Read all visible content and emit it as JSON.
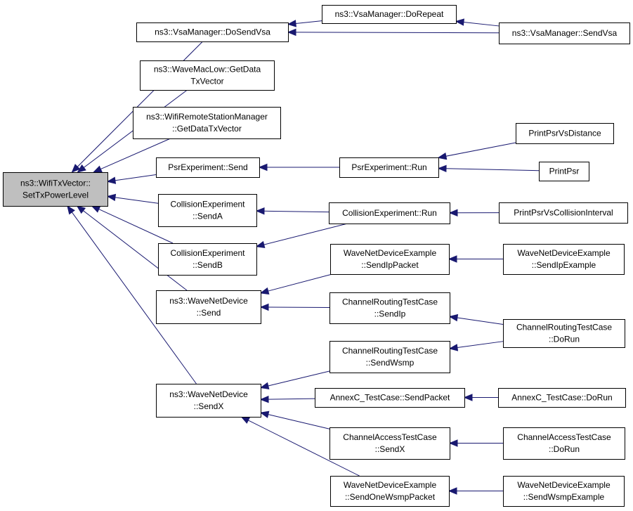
{
  "diagram": {
    "title": "",
    "nodes": [
      {
        "id": "root",
        "lines": [
          "ns3::WifiTxVector::",
          "SetTxPowerLevel"
        ],
        "root": true
      },
      {
        "id": "dosendvsa",
        "lines": [
          "ns3::VsaManager::DoSendVsa"
        ]
      },
      {
        "id": "dorepeat",
        "lines": [
          "ns3::VsaManager::DoRepeat"
        ]
      },
      {
        "id": "sendvsa",
        "lines": [
          "ns3::VsaManager::SendVsa"
        ]
      },
      {
        "id": "maclow",
        "lines": [
          "ns3::WaveMacLow::GetData",
          "TxVector"
        ]
      },
      {
        "id": "remotestation",
        "lines": [
          "ns3::WifiRemoteStationManager",
          "::GetDataTxVector"
        ]
      },
      {
        "id": "psrsend",
        "lines": [
          "PsrExperiment::Send"
        ]
      },
      {
        "id": "psrrun",
        "lines": [
          "PsrExperiment::Run"
        ]
      },
      {
        "id": "psrvsdist",
        "lines": [
          "PrintPsrVsDistance"
        ]
      },
      {
        "id": "printpsr",
        "lines": [
          "PrintPsr"
        ]
      },
      {
        "id": "colsenda",
        "lines": [
          "CollisionExperiment",
          "::SendA"
        ]
      },
      {
        "id": "colrun",
        "lines": [
          "CollisionExperiment::Run"
        ]
      },
      {
        "id": "psrvscol",
        "lines": [
          "PrintPsrVsCollisionInterval"
        ]
      },
      {
        "id": "colsendb",
        "lines": [
          "CollisionExperiment",
          "::SendB"
        ]
      },
      {
        "id": "wavesend",
        "lines": [
          "ns3::WaveNetDevice",
          "::Send"
        ]
      },
      {
        "id": "wndesendip",
        "lines": [
          "WaveNetDeviceExample",
          "::SendIpPacket"
        ]
      },
      {
        "id": "wndesendipex",
        "lines": [
          "WaveNetDeviceExample",
          "::SendIpExample"
        ]
      },
      {
        "id": "crsendip",
        "lines": [
          "ChannelRoutingTestCase",
          "::SendIp"
        ]
      },
      {
        "id": "crdorun",
        "lines": [
          "ChannelRoutingTestCase",
          "::DoRun"
        ]
      },
      {
        "id": "crsendwsmp",
        "lines": [
          "ChannelRoutingTestCase",
          "::SendWsmp"
        ]
      },
      {
        "id": "wavesendx",
        "lines": [
          "ns3::WaveNetDevice",
          "::SendX"
        ]
      },
      {
        "id": "annexsend",
        "lines": [
          "AnnexC_TestCase::SendPacket"
        ]
      },
      {
        "id": "annexrun",
        "lines": [
          "AnnexC_TestCase::DoRun"
        ]
      },
      {
        "id": "casendx",
        "lines": [
          "ChannelAccessTestCase",
          "::SendX"
        ]
      },
      {
        "id": "cadorun",
        "lines": [
          "ChannelAccessTestCase",
          "::DoRun"
        ]
      },
      {
        "id": "wndesendwsmp",
        "lines": [
          "WaveNetDeviceExample",
          "::SendOneWsmpPacket"
        ]
      },
      {
        "id": "wndesendwsmpex",
        "lines": [
          "WaveNetDeviceExample",
          "::SendWsmpExample"
        ]
      }
    ],
    "edges": [
      {
        "from": "dosendvsa",
        "to": "root"
      },
      {
        "from": "dorepeat",
        "to": "dosendvsa"
      },
      {
        "from": "sendvsa",
        "to": "dorepeat"
      },
      {
        "from": "sendvsa",
        "to": "dosendvsa"
      },
      {
        "from": "maclow",
        "to": "root"
      },
      {
        "from": "remotestation",
        "to": "root"
      },
      {
        "from": "psrsend",
        "to": "root"
      },
      {
        "from": "psrrun",
        "to": "psrsend"
      },
      {
        "from": "psrvsdist",
        "to": "psrrun"
      },
      {
        "from": "printpsr",
        "to": "psrrun"
      },
      {
        "from": "colsenda",
        "to": "root"
      },
      {
        "from": "colrun",
        "to": "colsenda"
      },
      {
        "from": "colrun",
        "to": "colsendb"
      },
      {
        "from": "psrvscol",
        "to": "colrun"
      },
      {
        "from": "colsendb",
        "to": "root"
      },
      {
        "from": "wavesend",
        "to": "root"
      },
      {
        "from": "wndesendip",
        "to": "wavesend"
      },
      {
        "from": "wndesendipex",
        "to": "wndesendip"
      },
      {
        "from": "crsendip",
        "to": "wavesend"
      },
      {
        "from": "crdorun",
        "to": "crsendip"
      },
      {
        "from": "crdorun",
        "to": "crsendwsmp"
      },
      {
        "from": "wavesendx",
        "to": "root"
      },
      {
        "from": "crsendwsmp",
        "to": "wavesendx"
      },
      {
        "from": "annexsend",
        "to": "wavesendx"
      },
      {
        "from": "annexrun",
        "to": "annexsend"
      },
      {
        "from": "casendx",
        "to": "wavesendx"
      },
      {
        "from": "cadorun",
        "to": "casendx"
      },
      {
        "from": "wndesendwsmp",
        "to": "wavesendx"
      },
      {
        "from": "wndesendwsmpex",
        "to": "wndesendwsmp"
      }
    ]
  },
  "colors": {
    "edge": "#191970",
    "root_fill": "#bfbfbf",
    "node_fill": "#ffffff",
    "node_stroke": "#000000"
  }
}
